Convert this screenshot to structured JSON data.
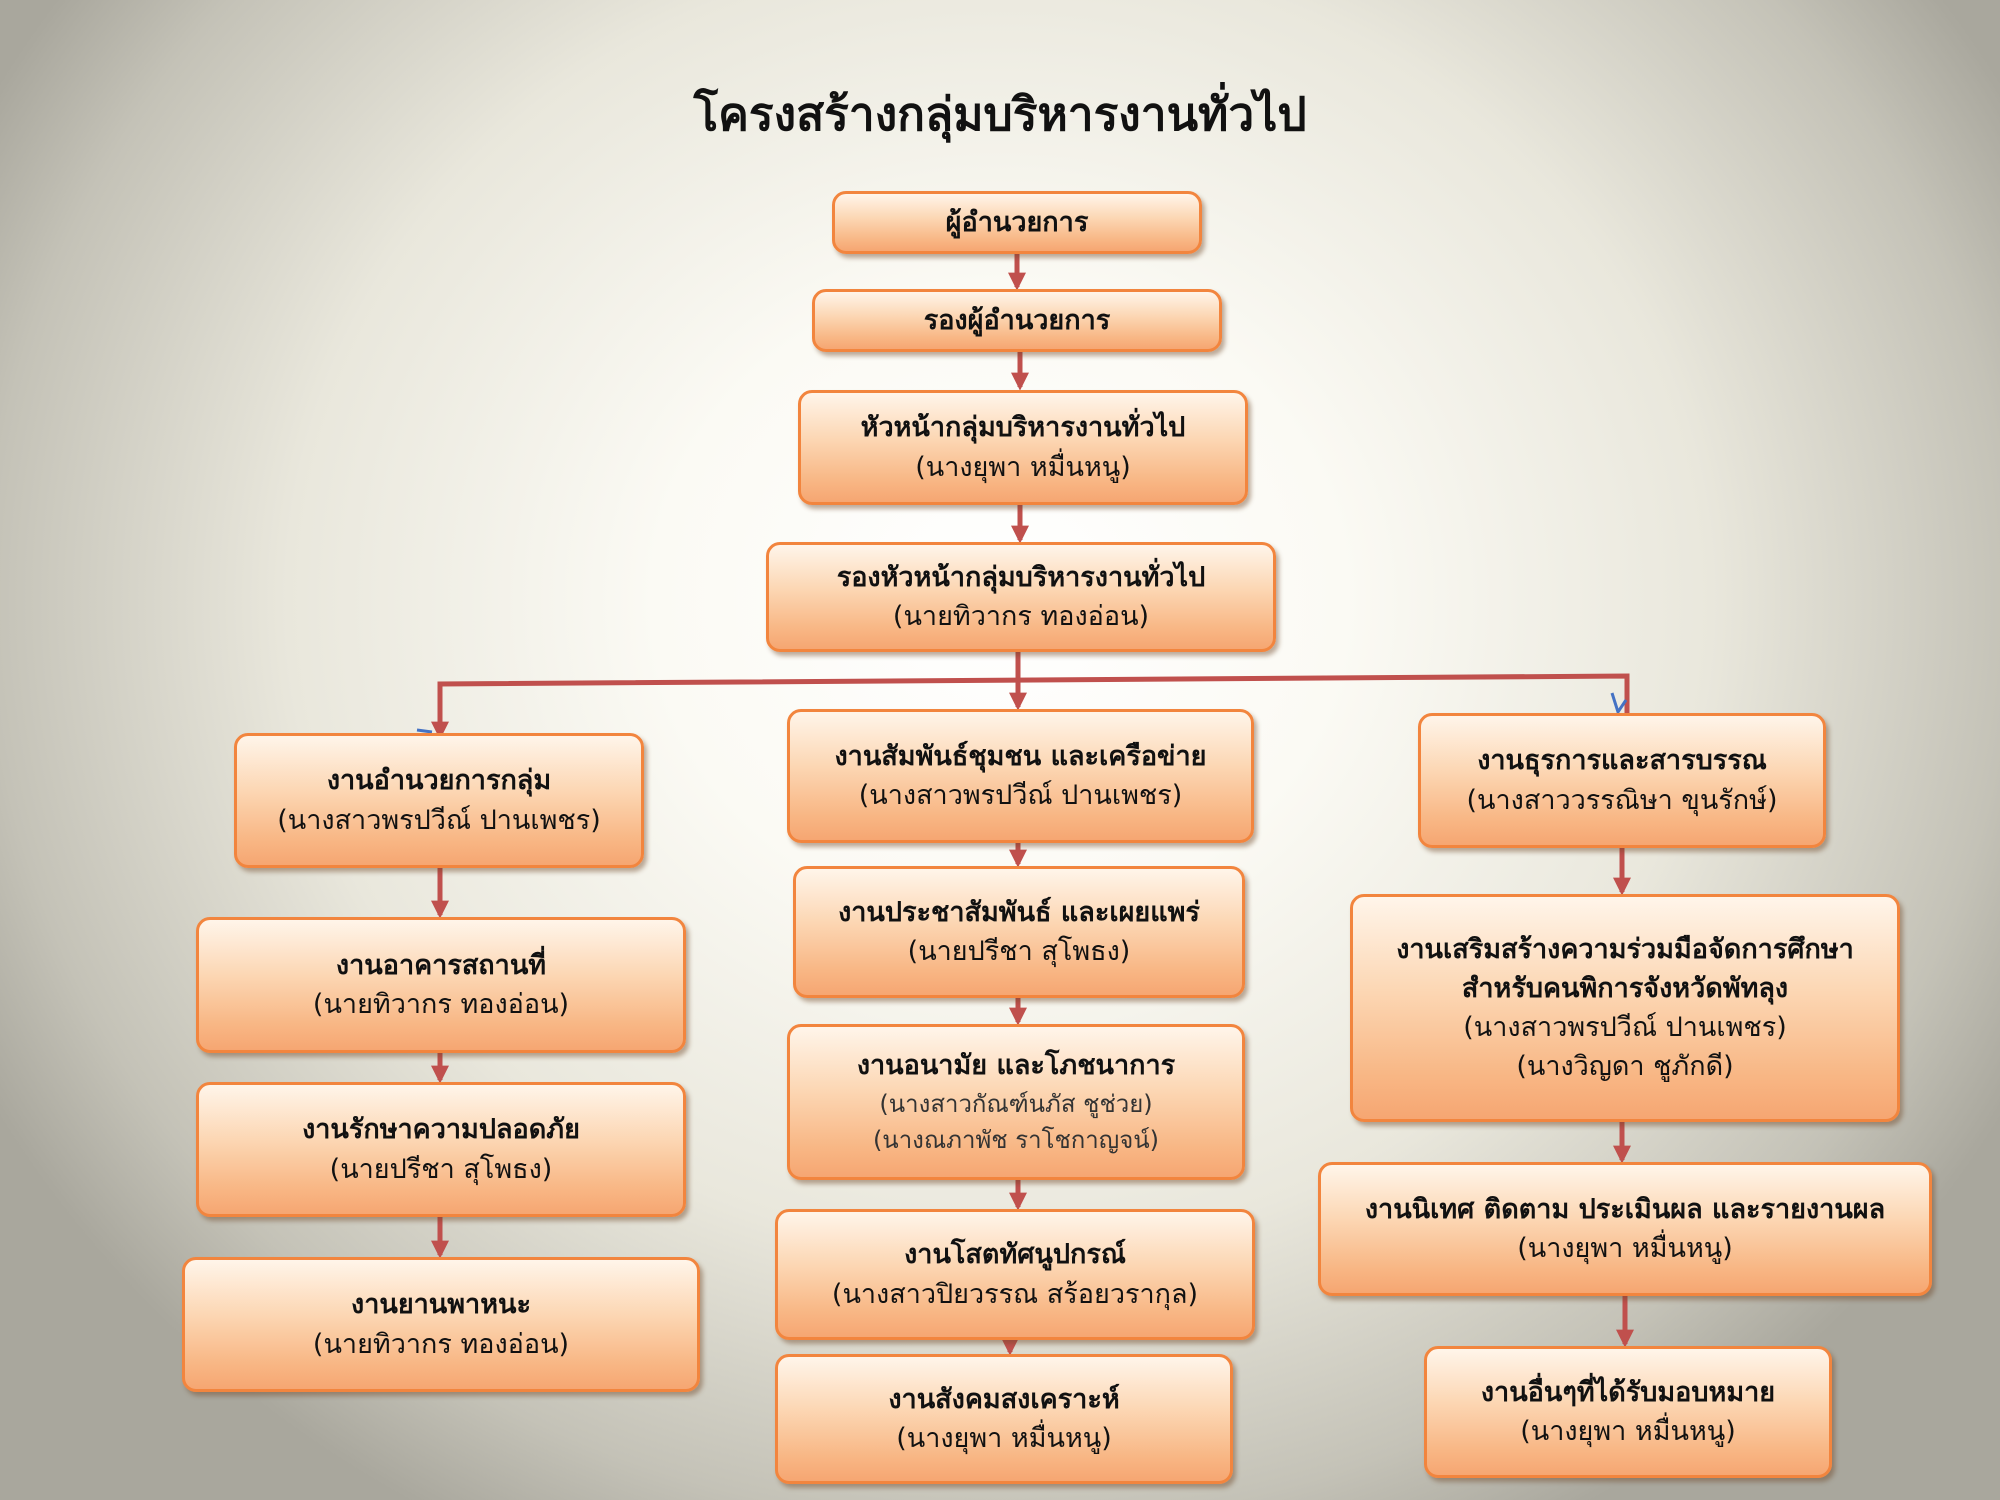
{
  "title": "โครงสร้างกลุ่มบริหารงานทั่วไป",
  "top": {
    "director": "ผู้อำนวยการ",
    "deputy_director": "รองผู้อำนวยการ",
    "head": {
      "label": "หัวหน้ากลุ่มบริหารงานทั่วไป",
      "person": "(นางยุพา  หมื่นหนู)"
    },
    "deputy_head": {
      "label": "รองหัวหน้ากลุ่มบริหารงานทั่วไป",
      "person": "(นายทิวากร  ทองอ่อน)"
    }
  },
  "left": [
    {
      "label": "งานอำนวยการกลุ่ม",
      "person": "(นางสาวพรปวีณ์ ปานเพชร)"
    },
    {
      "label": "งานอาคารสถานที่",
      "person": "(นายทิวากร  ทองอ่อน)"
    },
    {
      "label": "งานรักษาความปลอดภัย",
      "person": "(นายปรีชา   สุโพธง)"
    },
    {
      "label": "งานยานพาหนะ",
      "person": "(นายทิวากร  ทองอ่อน)"
    }
  ],
  "center": [
    {
      "label": "งานสัมพันธ์ชุมชน และเครือข่าย",
      "person": "(นางสาวพรปวีณ์ ปานเพชร)"
    },
    {
      "label": "งานประชาสัมพันธ์ และเผยแพร่",
      "person": "(นายปรีชา  สุโพธง)"
    },
    {
      "label": "งานอนามัย และโภชนาการ",
      "person": "(นางสาวกัณฑ์นภัส  ชูช่วย)",
      "person2": "(นางณภาพัช  ราโชกาญจน์)"
    },
    {
      "label": "งานโสตทัศนูปกรณ์",
      "person": "(นางสาวปิยวรรณ  สร้อยวรากุล)"
    },
    {
      "label": "งานสังคมสงเคราะห์",
      "person": "(นางยุพา   หมื่นหนู)"
    }
  ],
  "right": [
    {
      "label": "งานธุรการและสารบรรณ",
      "person": "(นางสาววรรณิษา  ขุนรักษ์)"
    },
    {
      "label": "งานเสริมสร้างความร่วมมือจัดการศึกษา",
      "label2": "สำหรับคนพิการจังหวัดพัทลุง",
      "person": "(นางสาวพรปวีณ์ ปานเพชร)",
      "person2": "(นางวิญดา  ชูภักดี)"
    },
    {
      "label": "งานนิเทศ ติดตาม ประเมินผล และรายงานผล",
      "person": "(นางยุพา  หมื่นหนู)"
    },
    {
      "label": "งานอื่นๆที่ได้รับมอบหมาย",
      "person": "(นางยุพา  หมื่นหนู)"
    }
  ],
  "colors": {
    "arrow": "#c0504d",
    "box_border": "#f2853e",
    "box_fill": "#fcd7b4"
  }
}
